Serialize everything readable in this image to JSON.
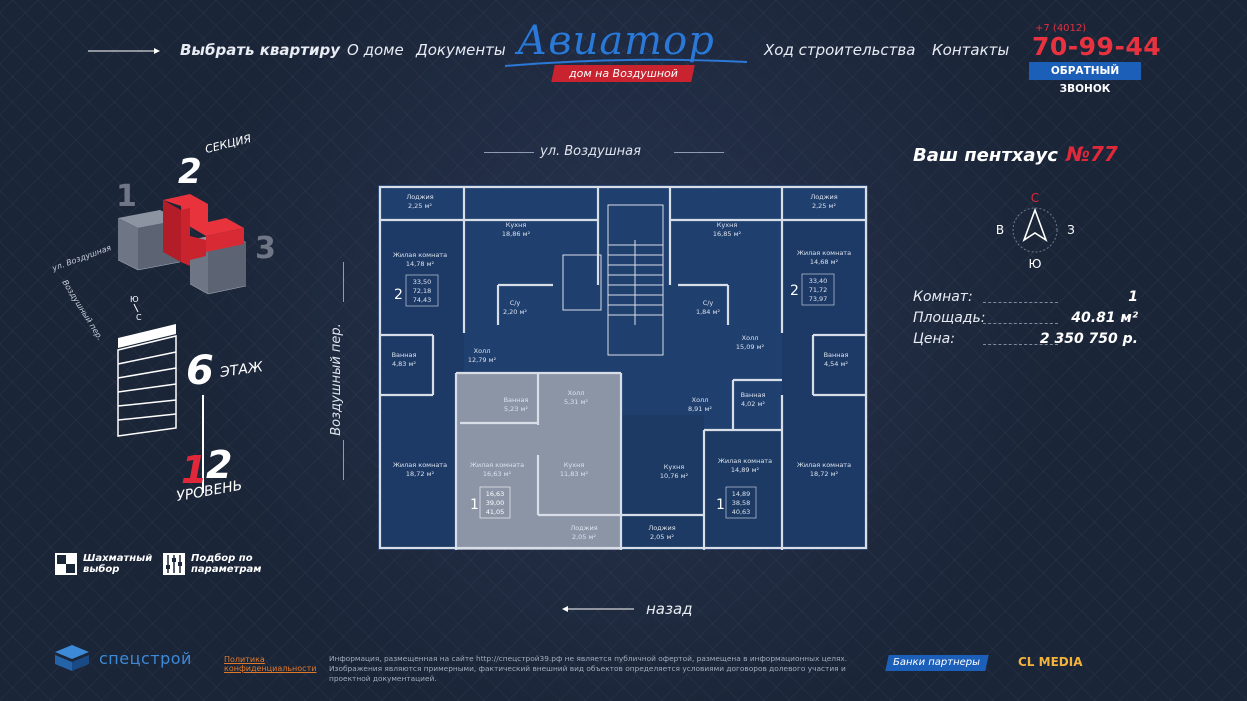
{
  "nav": {
    "items": [
      "Выбрать квартиру",
      "О доме",
      "Документы",
      "Ход строительства",
      "Контакты"
    ]
  },
  "logo": {
    "title": "Авиатор",
    "subtitle": "дом на Воздушной"
  },
  "contact": {
    "code": "+7 (4012)",
    "phone": "70-99-44",
    "callback": "ОБРАТНЫЙ ЗВОНОК"
  },
  "selector": {
    "section_num": "2",
    "section_label": "СЕКЦИЯ",
    "section_others": [
      "1",
      "3"
    ],
    "street_top": "ул. Воздушная",
    "street_side": "Воздушный пер.",
    "compass_small": [
      "Ю",
      "С"
    ],
    "floor_num": "6",
    "floor_label": "ЭТАЖ",
    "level_1": "1",
    "level_2": "2",
    "level_label": "УРОВЕНЬ",
    "tools": [
      {
        "label": "Шахматный\nвыбор",
        "icon": "chessboard-icon"
      },
      {
        "label": "Подбор по\nпараметрам",
        "icon": "sliders-icon"
      }
    ]
  },
  "plan": {
    "street_top": "ул. Воздушная",
    "street_left": "Воздушный пер.",
    "back_label": "назад",
    "rooms": [
      {
        "name": "Лоджия",
        "area": "2,25 м²"
      },
      {
        "name": "Кухня",
        "area": "18,86 м²"
      },
      {
        "name": "Жилая комната",
        "area": "14,78 м²"
      },
      {
        "name": "С/у",
        "area": "2,20 м²"
      },
      {
        "name": "Ванная",
        "area": "4,83 м²"
      },
      {
        "name": "Холл",
        "area": "12,79 м²"
      },
      {
        "name": "Жилая комната",
        "area": "18,72 м²"
      },
      {
        "name": "Ванная",
        "area": "5,23 м²"
      },
      {
        "name": "Холл",
        "area": "5,31 м²"
      },
      {
        "name": "Жилая комната",
        "area": "16,63 м²"
      },
      {
        "name": "Кухня",
        "area": "11,83 м²"
      },
      {
        "name": "Лоджия",
        "area": "2,05 м²"
      },
      {
        "name": "Кухня",
        "area": "10,76 м²"
      },
      {
        "name": "Лоджия",
        "area": "2,05 м²"
      },
      {
        "name": "Кухня",
        "area": "16,85 м²"
      },
      {
        "name": "С/у",
        "area": "1,84 м²"
      },
      {
        "name": "Холл",
        "area": "15,09 м²"
      },
      {
        "name": "Холл",
        "area": "8,91 м²"
      },
      {
        "name": "Ванная",
        "area": "4,02 м²"
      },
      {
        "name": "Жилая комната",
        "area": "14,89 м²"
      },
      {
        "name": "Лоджия",
        "area": "2,25 м²"
      },
      {
        "name": "Жилая комната",
        "area": "14,68 м²"
      },
      {
        "name": "Ванная",
        "area": "4,54 м²"
      },
      {
        "name": "Жилая комната",
        "area": "18,72 м²"
      }
    ],
    "apartments": [
      {
        "rooms": "2",
        "areas": [
          "33,50",
          "72,18",
          "74,43"
        ]
      },
      {
        "rooms": "1",
        "areas": [
          "16,63",
          "39,00",
          "41,05"
        ],
        "selected": true
      },
      {
        "rooms": "1",
        "areas": [
          "14,89",
          "38,58",
          "40,63"
        ]
      },
      {
        "rooms": "2",
        "areas": [
          "33,40",
          "71,72",
          "73,97"
        ]
      }
    ]
  },
  "details": {
    "title": "Ваш пентхаус",
    "number": "№77",
    "compass": {
      "n": "С",
      "s": "Ю",
      "w": "В",
      "e": "З"
    },
    "rows": [
      {
        "label": "Комнат:",
        "value": "1"
      },
      {
        "label": "Площадь:",
        "value": "40.81 м²"
      },
      {
        "label": "Цена:",
        "value": "2 350 750 р."
      }
    ]
  },
  "footer": {
    "company": "спецстрой",
    "privacy": "Политика конфиденциальности",
    "disclaimer": "Информация, размещенная на сайте http://спецстрой39.рф не является публичной офертой, размещена в информационных целях. Изображения являются примерными, фактический внешний вид объектов определяется условиями договоров долевого участия и проектной документацией.",
    "partners": "Банки партнеры",
    "studio": "CL MEDIA"
  },
  "colors": {
    "accent_red": "#e0283a",
    "brand_blue": "#1c5fb8",
    "plan_blue": "#1f3f6e",
    "selected_unit": "#8c95a6"
  }
}
